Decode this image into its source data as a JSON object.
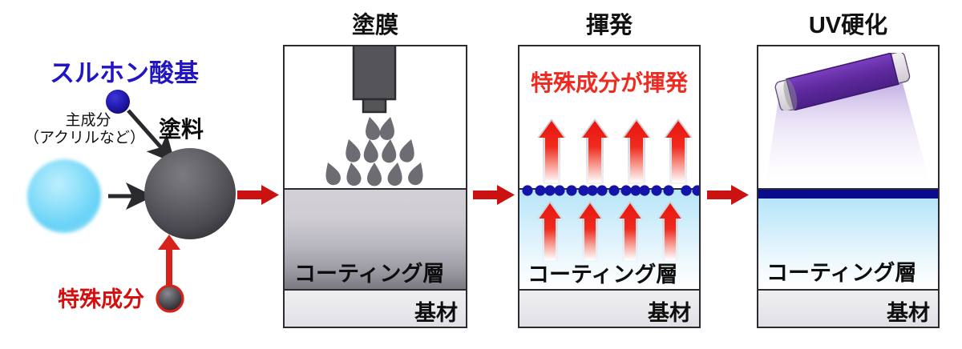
{
  "diagram": {
    "title_alt": "UV coating process flow",
    "colors": {
      "sulfonic_blue": "#2216c4",
      "special_red": "#d40f0f",
      "arrow_red": "#cc1111",
      "uv_purple": "#6a2fa8",
      "coating_blue": "#b7e4f8",
      "cured_navy": "#0a0a8c",
      "panel_border": "#2b2b31"
    }
  },
  "ingredients": {
    "sulfonic_label": "スルホン酸基",
    "main_component_line1": "主成分",
    "main_component_line2": "（アクリルなど）",
    "paint_label": "塗料",
    "special_label": "特殊成分",
    "sulfonic_dot_name": "sulfonic-acid-group-dot",
    "main_sphere_name": "main-component-sphere",
    "paint_sphere_name": "paint-sphere",
    "special_dot_name": "special-component-dot"
  },
  "panels": [
    {
      "id": "coating-film",
      "title": "塗膜",
      "coating_label": "コーティング層",
      "substrate_label": "基材",
      "droplet_rows": [
        2,
        4,
        5
      ],
      "nozzle": "spray-nozzle"
    },
    {
      "id": "evaporation",
      "title": "揮発",
      "callout": "特殊成分が揮発",
      "coating_label": "コーティング層",
      "substrate_label": "基材",
      "arrows_above": 4,
      "arrows_inside": 4,
      "dot_groups": [
        2,
        3,
        3,
        3,
        3,
        2
      ],
      "dot_total": 16
    },
    {
      "id": "uv-curing",
      "title": "UV硬化",
      "coating_label": "コーティング層",
      "substrate_label": "基材",
      "lamp": "uv-lamp",
      "beam": "uv-light-beam",
      "cured_layer": "cured-surface-layer"
    }
  ],
  "flow_arrows": [
    {
      "name": "flow-arrow-1"
    },
    {
      "name": "flow-arrow-2"
    },
    {
      "name": "flow-arrow-3"
    }
  ]
}
